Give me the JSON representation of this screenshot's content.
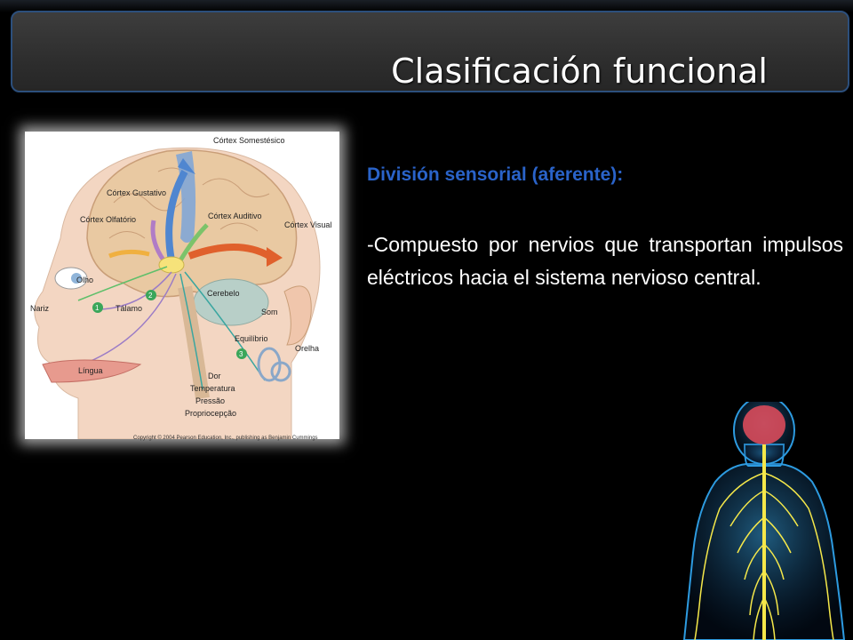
{
  "slide": {
    "title": "Clasificación funcional",
    "subtitle": "División sensorial (aferente):",
    "body": "-Compuesto por nervios que transportan impulsos eléctricos hacia el sistema nervioso central."
  },
  "figure": {
    "labels": {
      "somatosensory": "Córtex Somestésico",
      "gustatory": "Córtex Gustativo",
      "olfactory": "Córtex Olfatório",
      "auditory": "Córtex Auditivo",
      "visual": "Córtex Visual",
      "eye": "Olho",
      "nose": "Nariz",
      "thalamus": "Tálamo",
      "cerebellum": "Cerebelo",
      "sound": "Som",
      "balance": "Equilíbrio",
      "ear": "Orelha",
      "tongue": "Língua",
      "pain": "Dor",
      "temperature": "Temperatura",
      "pressure": "Pressão",
      "proprioception": "Propriocepção",
      "marker_1": "1",
      "marker_2": "2",
      "marker_3": "3"
    },
    "copyright": "Copyright © 2004 Pearson Education, Inc., publishing as Benjamin Cummings"
  },
  "colors": {
    "background": "#000000",
    "title_text": "#ffffff",
    "subtitle_text": "#2a63c9",
    "body_text": "#ffffff",
    "title_bar_border": "#2c4f7c"
  }
}
